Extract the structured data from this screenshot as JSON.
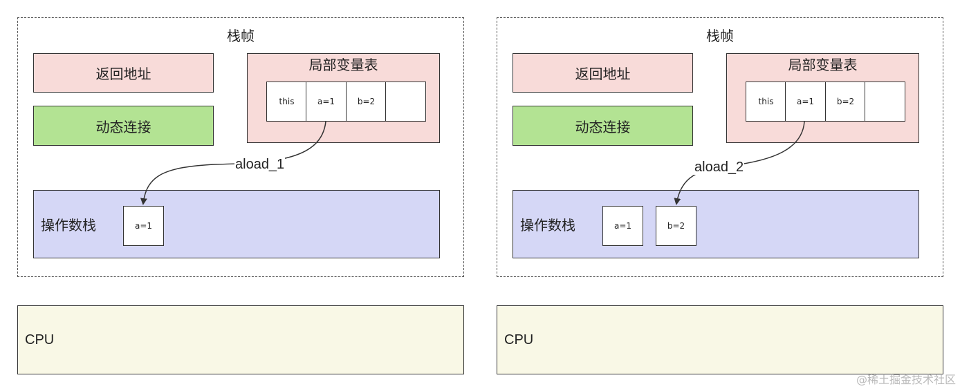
{
  "frames": [
    {
      "title": "栈帧",
      "return_address": "返回地址",
      "dynamic_link": "动态连接",
      "locals_title": "局部变量表",
      "locals": [
        "this",
        "a=1",
        "b=2",
        ""
      ],
      "stack_label": "操作数栈",
      "stack_items": [
        "a=1"
      ],
      "instruction": "aload_1",
      "cpu_label": "CPU"
    },
    {
      "title": "栈帧",
      "return_address": "返回地址",
      "dynamic_link": "动态连接",
      "locals_title": "局部变量表",
      "locals": [
        "this",
        "a=1",
        "b=2",
        ""
      ],
      "stack_label": "操作数栈",
      "stack_items": [
        "a=1",
        "b=2"
      ],
      "instruction": "aload_2",
      "cpu_label": "CPU"
    }
  ],
  "colors": {
    "return_address_fill": "#f8dbd9",
    "dynamic_link_fill": "#b3e393",
    "locals_fill": "#f8dbd9",
    "operand_stack_fill": "#d5d7f6",
    "cpu_fill": "#f9f8e6",
    "border": "#333333"
  },
  "watermark": "@稀土掘金技术社区"
}
